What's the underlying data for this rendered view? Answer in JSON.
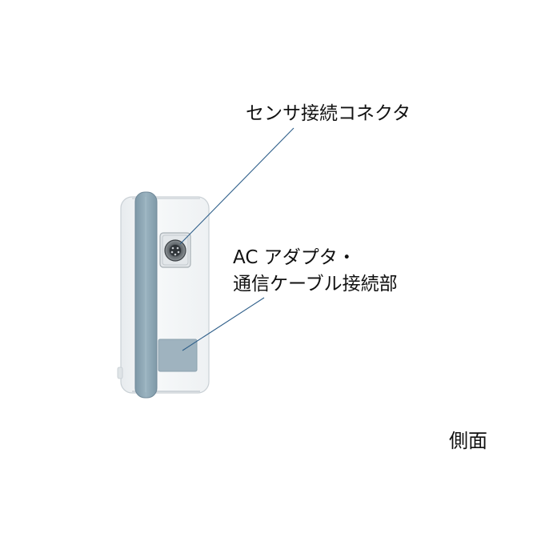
{
  "callouts": {
    "sensor_connector": "センサ接続コネクタ",
    "ac_adapter_line1": "AC アダプタ・",
    "ac_adapter_line2": "通信ケーブル接続部"
  },
  "view_label": "側面",
  "colors": {
    "body": "#f3f5f7",
    "band": "#8ea8b6",
    "port_cover": "#9fb3bf",
    "leader": "#2f5f8a",
    "text": "#111111"
  }
}
